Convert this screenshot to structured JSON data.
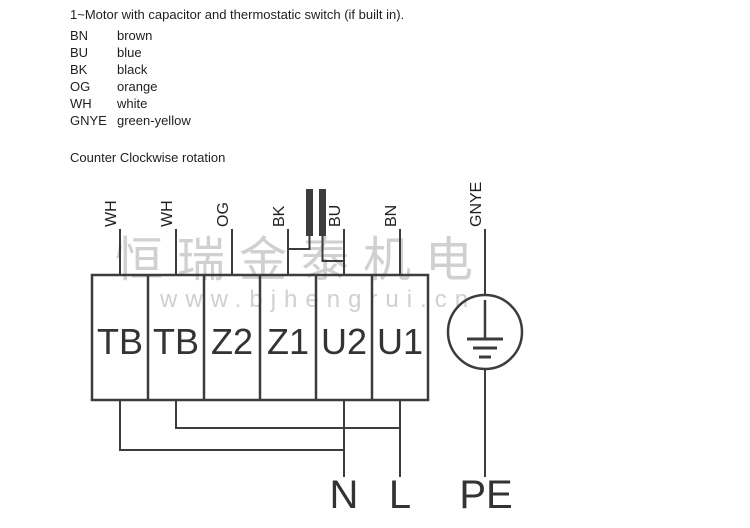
{
  "header": {
    "title": "1~Motor with capacitor and thermostatic switch (if built in).",
    "legend": [
      {
        "code": "BN",
        "name": "brown"
      },
      {
        "code": "BU",
        "name": "blue"
      },
      {
        "code": "BK",
        "name": "black"
      },
      {
        "code": "OG",
        "name": "orange"
      },
      {
        "code": "WH",
        "name": "white"
      },
      {
        "code": "GNYE",
        "name": "green-yellow"
      }
    ],
    "rotation": "Counter Clockwise rotation"
  },
  "diagram": {
    "wires": [
      "WH",
      "WH",
      "OG",
      "BK",
      "BU",
      "BN"
    ],
    "earth_wire": "GNYE",
    "terminals": [
      "TB",
      "TB",
      "Z2",
      "Z1",
      "U2",
      "U1"
    ],
    "supply": {
      "neutral": "N",
      "line": "L",
      "earth": "PE"
    }
  },
  "watermark": {
    "brand": "恒瑞金泰机电",
    "url": "www.bjhengrui.cn"
  },
  "colors": {
    "line": "#3c3c3c",
    "text": "#1f1f1f",
    "wm": "#d0d0d0"
  }
}
